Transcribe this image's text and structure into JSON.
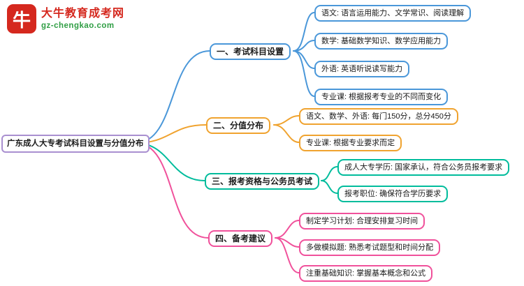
{
  "logo": {
    "icon": "bull-icon",
    "icon_glyph": "牛",
    "title": "大牛教育成考网",
    "url": "gz-chengkao.com",
    "brand_red": "#d5281e",
    "brand_green": "#2f9e44"
  },
  "root": {
    "label": "广东成人大专考试科目设置与分值分布",
    "color": "#a98fd0"
  },
  "branches": [
    {
      "label": "一、考试科目设置",
      "color": "#4a97d9",
      "children": [
        "语文: 语言运用能力、文学常识、阅读理解",
        "数学: 基础数学知识、数学应用能力",
        "外语: 英语听说读写能力",
        "专业课: 根据报考专业的不同而变化"
      ]
    },
    {
      "label": "二、分值分布",
      "color": "#f0a32f",
      "children": [
        "语文、数学、外语: 每门150分，总分450分",
        "专业课: 根据专业要求而定"
      ]
    },
    {
      "label": "三、报考资格与公务员考试",
      "color": "#00bc9c",
      "children": [
        "成人大专学历: 国家承认，符合公务员报考要求",
        "报考职位: 确保符合学历要求"
      ]
    },
    {
      "label": "四、备考建议",
      "color": "#f0519b",
      "children": [
        "制定学习计划: 合理安排复习时间",
        "多做模拟题: 熟悉考试题型和时间分配",
        "注重基础知识: 掌握基本概念和公式"
      ]
    }
  ]
}
